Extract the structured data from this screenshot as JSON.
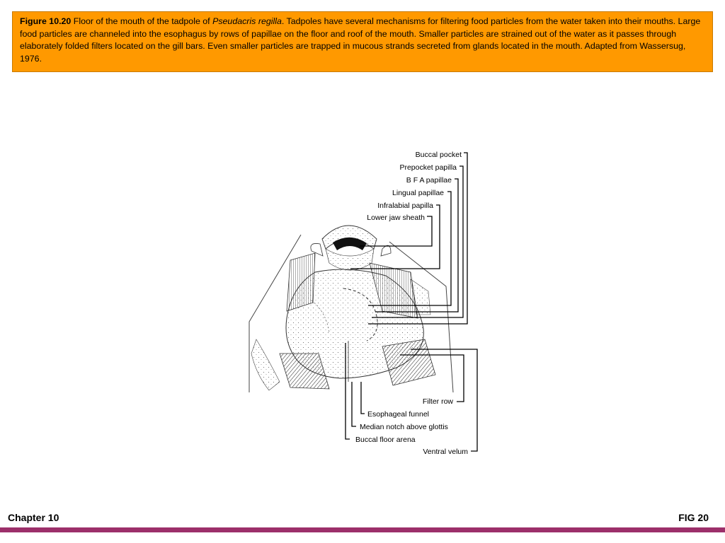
{
  "caption": {
    "figure_number": "Figure 10.20",
    "text_before": " Floor of the mouth of the tadpole of ",
    "species": "Pseudacris regilla",
    "text_after": ". Tadpoles have several mechanisms for filtering food particles from the water taken into their mouths. Large food particles are channeled into the esophagus by rows of papillae on the floor and roof of the mouth. Smaller particles are strained out of the water as it passes through elaborately folded filters located on the gill bars. Even smaller particles are trapped in mucous strands secreted from glands located in the mouth. Adapted from Wassersug, 1976."
  },
  "diagram": {
    "top_labels": {
      "buccal_pocket": "Buccal pocket",
      "prepocket_papilla": "Prepocket papilla",
      "bfa_papillae": "B F A papillae",
      "lingual_papillae": "Lingual papillae",
      "infralabial_papilla": "Infralabial papilla",
      "lower_jaw_sheath": "Lower jaw sheath"
    },
    "bottom_labels": {
      "filter_row": "Filter row",
      "esophageal_funnel": "Esophageal funnel",
      "median_notch": "Median notch above glottis",
      "buccal_floor_arena": "Buccal floor arena",
      "ventral_velum": "Ventral velum"
    }
  },
  "footer": {
    "chapter": "Chapter 10",
    "figure": "FIG 20"
  },
  "colors": {
    "caption_background": "#ff9900",
    "footer_bar": "#9c2f6a"
  }
}
